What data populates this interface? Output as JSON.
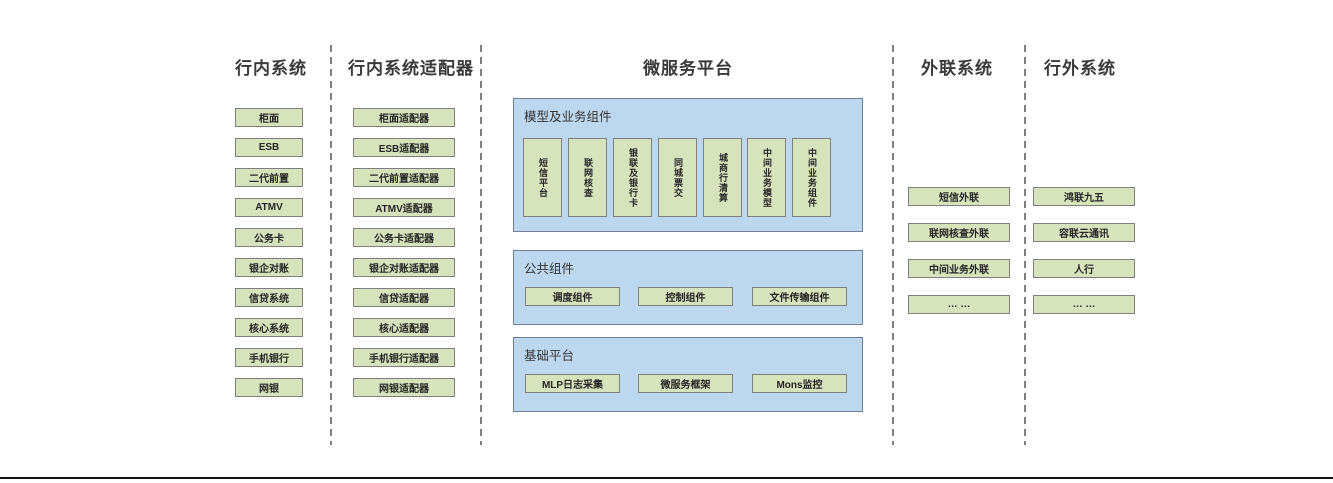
{
  "headers": {
    "internal": "行内系统",
    "adapters": "行内系统适配器",
    "platform": "微服务平台",
    "outreach": "外联系统",
    "external": "行外系统"
  },
  "internal_systems": {
    "items": [
      "柜面",
      "ESB",
      "二代前置",
      "ATMV",
      "公务卡",
      "银企对账",
      "信贷系统",
      "核心系统",
      "手机银行",
      "网银"
    ]
  },
  "adapter_systems": {
    "items": [
      "柜面适配器",
      "ESB适配器",
      "二代前置适配器",
      "ATMV适配器",
      "公务卡适配器",
      "银企对账适配器",
      "信贷适配器",
      "核心适配器",
      "手机银行适配器",
      "网银适配器"
    ]
  },
  "platform_sections": {
    "model": {
      "title": "模型及业务组件",
      "items": [
        "短信平台",
        "联网核查",
        "银联及银行卡",
        "同城票交",
        "城商行清算",
        "中间业务模型",
        "中间业务组件"
      ]
    },
    "common": {
      "title": "公共组件",
      "items": [
        "调度组件",
        "控制组件",
        "文件传输组件"
      ]
    },
    "base": {
      "title": "基础平台",
      "items": [
        "MLP日志采集",
        "微服务框架",
        "Mons监控"
      ]
    }
  },
  "outreach_systems": {
    "items": [
      "短信外联",
      "联网核查外联",
      "中间业务外联",
      "… …"
    ]
  },
  "external_systems": {
    "items": [
      "鸿联九五",
      "容联云通讯",
      "人行",
      "… …"
    ]
  },
  "colors": {
    "green_fill": "#d6e3bc",
    "green_border": "#7f7f7f",
    "blue_fill": "#bdd7ee",
    "blue_border": "#6f7f95",
    "divider_gray": "#7f7f7f"
  }
}
